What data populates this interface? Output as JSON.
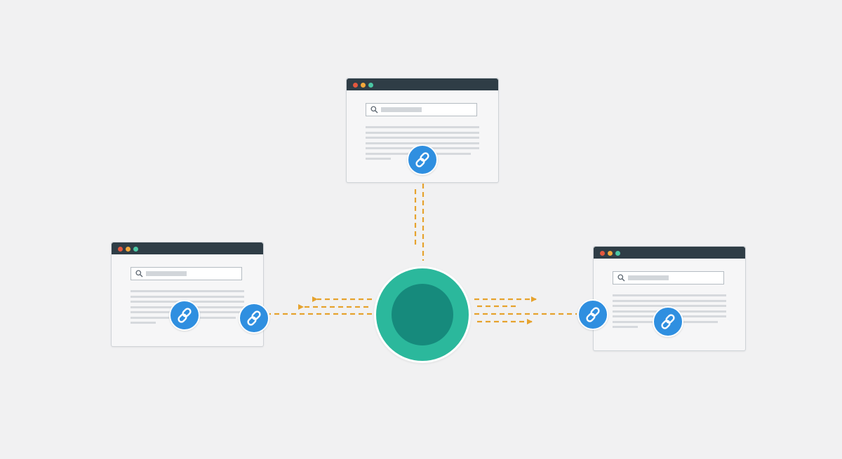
{
  "diagram": {
    "description_free": true,
    "hub": {
      "icon": "hub-circle",
      "outer_color": "#2bb89c",
      "inner_color": "#168a7c"
    },
    "windows": [
      {
        "id": "top",
        "icon": "browser-window",
        "link_badges": 1
      },
      {
        "id": "left",
        "icon": "browser-window",
        "link_badges": 2
      },
      {
        "id": "right",
        "icon": "browser-window",
        "link_badges": 2
      }
    ],
    "colors": {
      "titlebar": "#2f3d46",
      "window_dot_red": "#e3573e",
      "window_dot_yellow": "#f3a83b",
      "window_dot_green": "#4bc7a4",
      "link_badge": "#2f8fe0",
      "connector": "#e6a32e",
      "background": "#f1f1f2"
    },
    "icons": {
      "search": "search-icon",
      "link": "link-icon",
      "arrow": "arrow-icon"
    }
  }
}
